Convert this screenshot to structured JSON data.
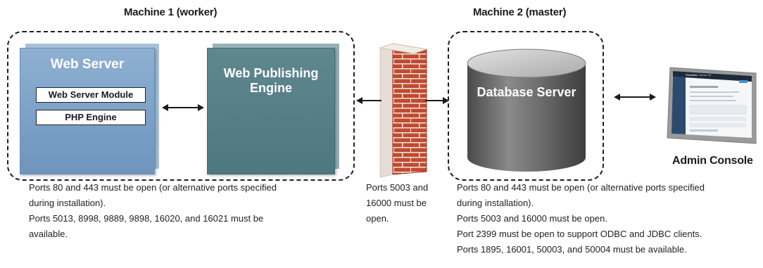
{
  "machine1": {
    "title": "Machine 1 (worker)",
    "web_server": {
      "label": "Web Server",
      "modules": [
        "Web Server Module",
        "PHP Engine"
      ]
    },
    "wpe": {
      "label_line1": "Web Publishing",
      "label_line2": "Engine"
    }
  },
  "machine2": {
    "title": "Machine 2 (master)",
    "db_label": "Database Server"
  },
  "admin_console": {
    "label": "Admin Console",
    "screen_title": "FileMaker",
    "screen_subtitle": "Server 14"
  },
  "notes": {
    "machine1": [
      "Ports 80 and 443 must be open (or alternative ports specified",
      "during installation).",
      "Ports 5013, 8998, 9889, 9898, 16020, and 16021 must be",
      "available."
    ],
    "firewall": [
      "Ports 5003 and",
      "16000 must be",
      "open."
    ],
    "machine2": [
      "Ports 80 and 443 must be open (or alternative ports specified",
      "during installation).",
      "Ports 5003 and 16000 must be open.",
      "Port 2399 must be open to support ODBC and JDBC clients.",
      "Ports 1895, 16001, 50003, and 50004 must be available."
    ]
  },
  "colors": {
    "web_server": "#7aa0c6",
    "wpe": "#537b83",
    "brick": "#c94a2c",
    "database": "#6e6e6e"
  }
}
